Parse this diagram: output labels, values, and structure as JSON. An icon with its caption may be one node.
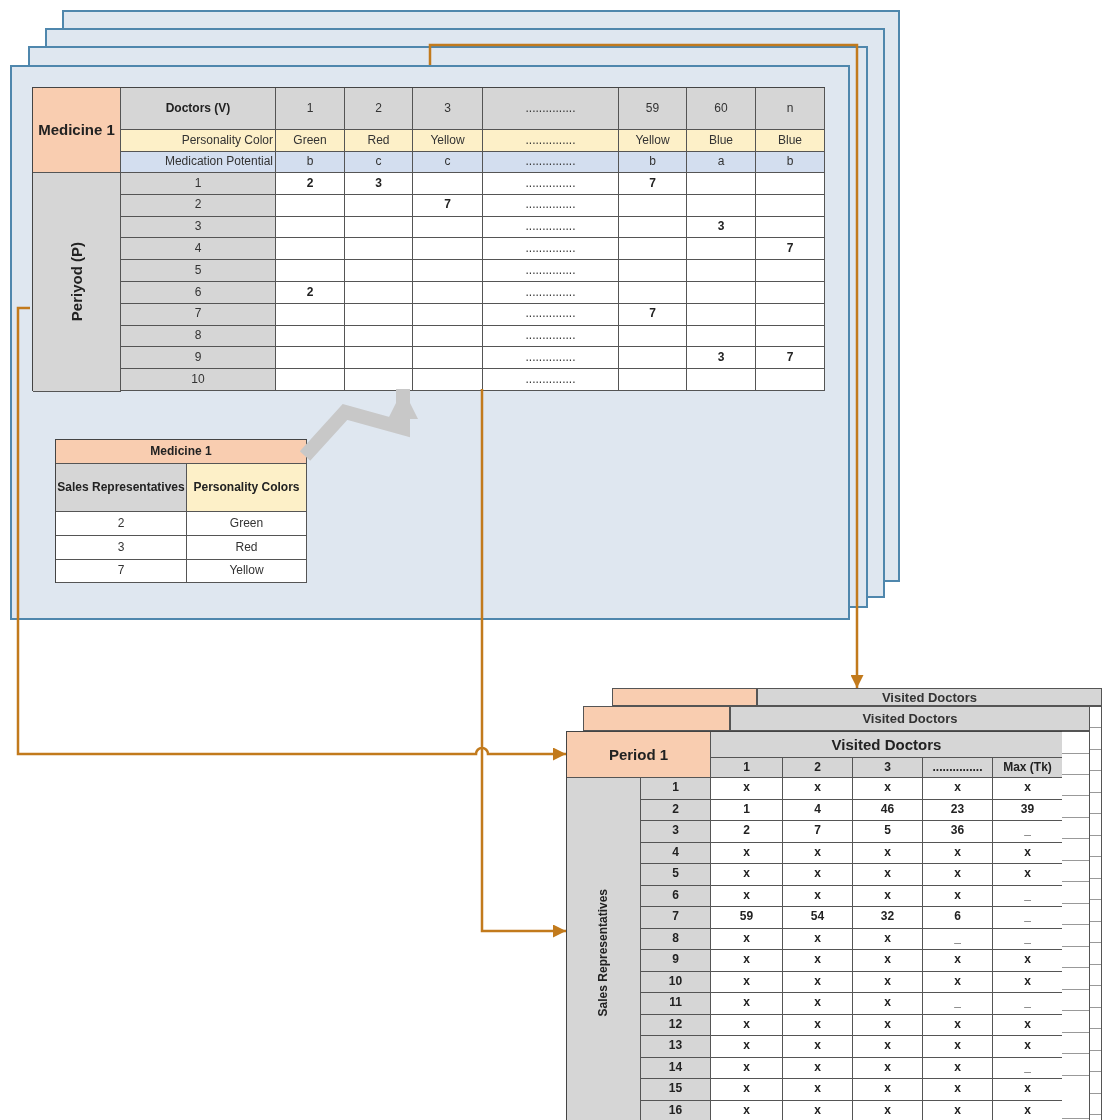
{
  "diagram": {
    "nodes": [
      {
        "text": [],
        "shape": "box"
      },
      {
        "text": [],
        "shape": "box",
        "in": 0
      },
      {
        "text": [
          "Periyod (P)"
        ],
        "in": 1
      },
      {
        "text": [],
        "shape": "box",
        "in": 0
      },
      {
        "text": [
          "Visited Doctors"
        ]
      },
      {
        "text": [
          "Visited Doctors"
        ]
      },
      {
        "text": [],
        "shape": "box"
      },
      {
        "text": [
          "Period 1"
        ],
        "in": 6
      },
      {
        "text": [
          "Sales Representatives"
        ],
        "in": 6
      }
    ],
    "edges": [
      {
        "from": 0,
        "to": 4,
        "arrow": "to"
      },
      {
        "from": 2,
        "to": 7,
        "arrow": "to"
      },
      {
        "from": 1,
        "to": 8,
        "arrow": "to"
      },
      {
        "from": 3,
        "to": 1,
        "arrow": "to",
        "style": "thick",
        "color": "#c8c8c8"
      }
    ],
    "labels": [
      "Medicine 1",
      "Doctors (V)",
      "1",
      "2",
      "3",
      "...............",
      "59",
      "60",
      "n",
      "Personality Color",
      "Green",
      "Red",
      "Yellow",
      "...............",
      "Yellow",
      "Blue",
      "Blue",
      "Medication Potential",
      "b",
      "c",
      "c",
      "...............",
      "b",
      "a",
      "b",
      "1",
      "2",
      "3",
      "...............",
      "7",
      "2",
      "7",
      "...............",
      "3",
      "...............",
      "3",
      "4",
      "...............",
      "7",
      "5",
      "...............",
      "6",
      "2",
      "...............",
      "7",
      "...............",
      "7",
      "8",
      "...............",
      "9",
      "...............",
      "3",
      "7",
      "10",
      "...............",
      "Medicine 1",
      "Sales Representatives",
      "Personality Colors",
      "2",
      "Green",
      "3",
      "Red",
      "7",
      "Yellow",
      "Visited Doctors",
      "1",
      "2",
      "3",
      "...............",
      "Max (Tk)",
      "1",
      "x",
      "x",
      "x",
      "x",
      "x",
      "2",
      "1",
      "4",
      "46",
      "23",
      "39",
      "3",
      "2",
      "7",
      "5",
      "36",
      "_",
      "4",
      "x",
      "x",
      "x",
      "x",
      "x",
      "5",
      "x",
      "x",
      "x",
      "x",
      "x",
      "6",
      "x",
      "x",
      "x",
      "x",
      "_",
      "7",
      "59",
      "54",
      "32",
      "6",
      "_",
      "8",
      "x",
      "x",
      "x",
      "_",
      "_",
      "9",
      "x",
      "x",
      "x",
      "x",
      "x",
      "10",
      "x",
      "x",
      "x",
      "x",
      "x",
      "11",
      "x",
      "x",
      "x",
      "_",
      "_",
      "12",
      "x",
      "x",
      "x",
      "x",
      "x",
      "13",
      "x",
      "x",
      "x",
      "x",
      "x",
      "14",
      "x",
      "x",
      "x",
      "x",
      "_",
      "15",
      "x",
      "x",
      "x",
      "x",
      "x",
      "16",
      "x",
      "x",
      "x",
      "x",
      "x"
    ]
  }
}
